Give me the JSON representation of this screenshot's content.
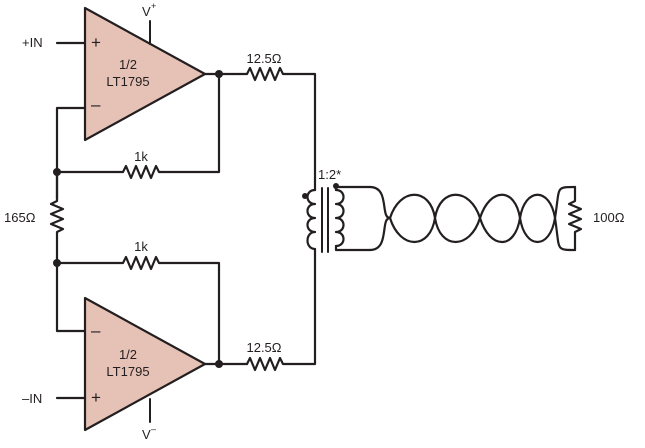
{
  "amp_top": {
    "line1": "1/2",
    "line2": "LT1795",
    "plus": "+",
    "minus": "–"
  },
  "amp_bottom": {
    "line1": "1/2",
    "line2": "LT1795",
    "plus": "+",
    "minus": "–"
  },
  "inputs": {
    "pos": "+IN",
    "neg": "–IN"
  },
  "supply": {
    "pos": "V",
    "pos_sup": "+",
    "neg": "V",
    "neg_sup": "–"
  },
  "resistors": {
    "r_out_top": "12.5Ω",
    "r_fb_top": "1k",
    "r_gain": "165Ω",
    "r_fb_bottom": "1k",
    "r_out_bottom": "12.5Ω",
    "r_load": "100Ω"
  },
  "transformer": {
    "ratio": "1:2*"
  }
}
